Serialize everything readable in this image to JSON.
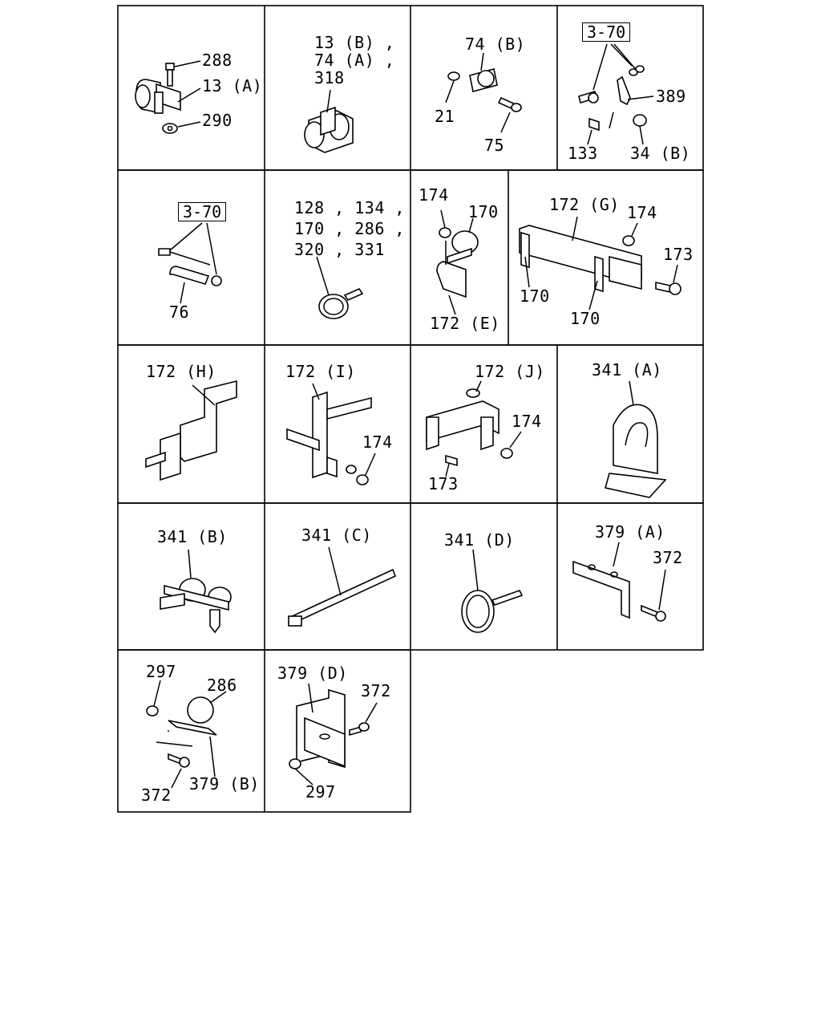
{
  "cells": {
    "c1": {
      "labels": [
        "288",
        "13 (A)",
        "290"
      ]
    },
    "c2": {
      "labels": [
        "13 (B) ,\n74 (A) ,\n318"
      ]
    },
    "c3": {
      "labels": [
        "74 (B)",
        "21",
        "75"
      ]
    },
    "c4": {
      "ref": "3-70",
      "labels": [
        "389",
        "133",
        "34 (B)"
      ]
    },
    "c5": {
      "ref": "3-70",
      "labels": [
        "76"
      ]
    },
    "c6": {
      "labels": [
        "128 , 134 ,\n170 , 286 ,\n320 , 331"
      ]
    },
    "c7": {
      "labels": [
        "174",
        "170",
        "172 (E)"
      ]
    },
    "c8": {
      "labels": [
        "172 (G)",
        "174",
        "173",
        "170",
        "170"
      ]
    },
    "c9": {
      "labels": [
        "172 (H)"
      ]
    },
    "c10": {
      "labels": [
        "172 (I)",
        "174"
      ]
    },
    "c11": {
      "labels": [
        "172 (J)",
        "174",
        "173"
      ]
    },
    "c12": {
      "labels": [
        "341 (A)"
      ]
    },
    "c13": {
      "labels": [
        "341 (B)"
      ]
    },
    "c14": {
      "labels": [
        "341 (C)"
      ]
    },
    "c15": {
      "labels": [
        "341 (D)"
      ]
    },
    "c16": {
      "labels": [
        "379 (A)",
        "372"
      ]
    },
    "c17": {
      "labels": [
        "297",
        "286",
        "372",
        "379 (B)"
      ]
    },
    "c18": {
      "labels": [
        "379 (D)",
        "372",
        "297"
      ]
    }
  }
}
